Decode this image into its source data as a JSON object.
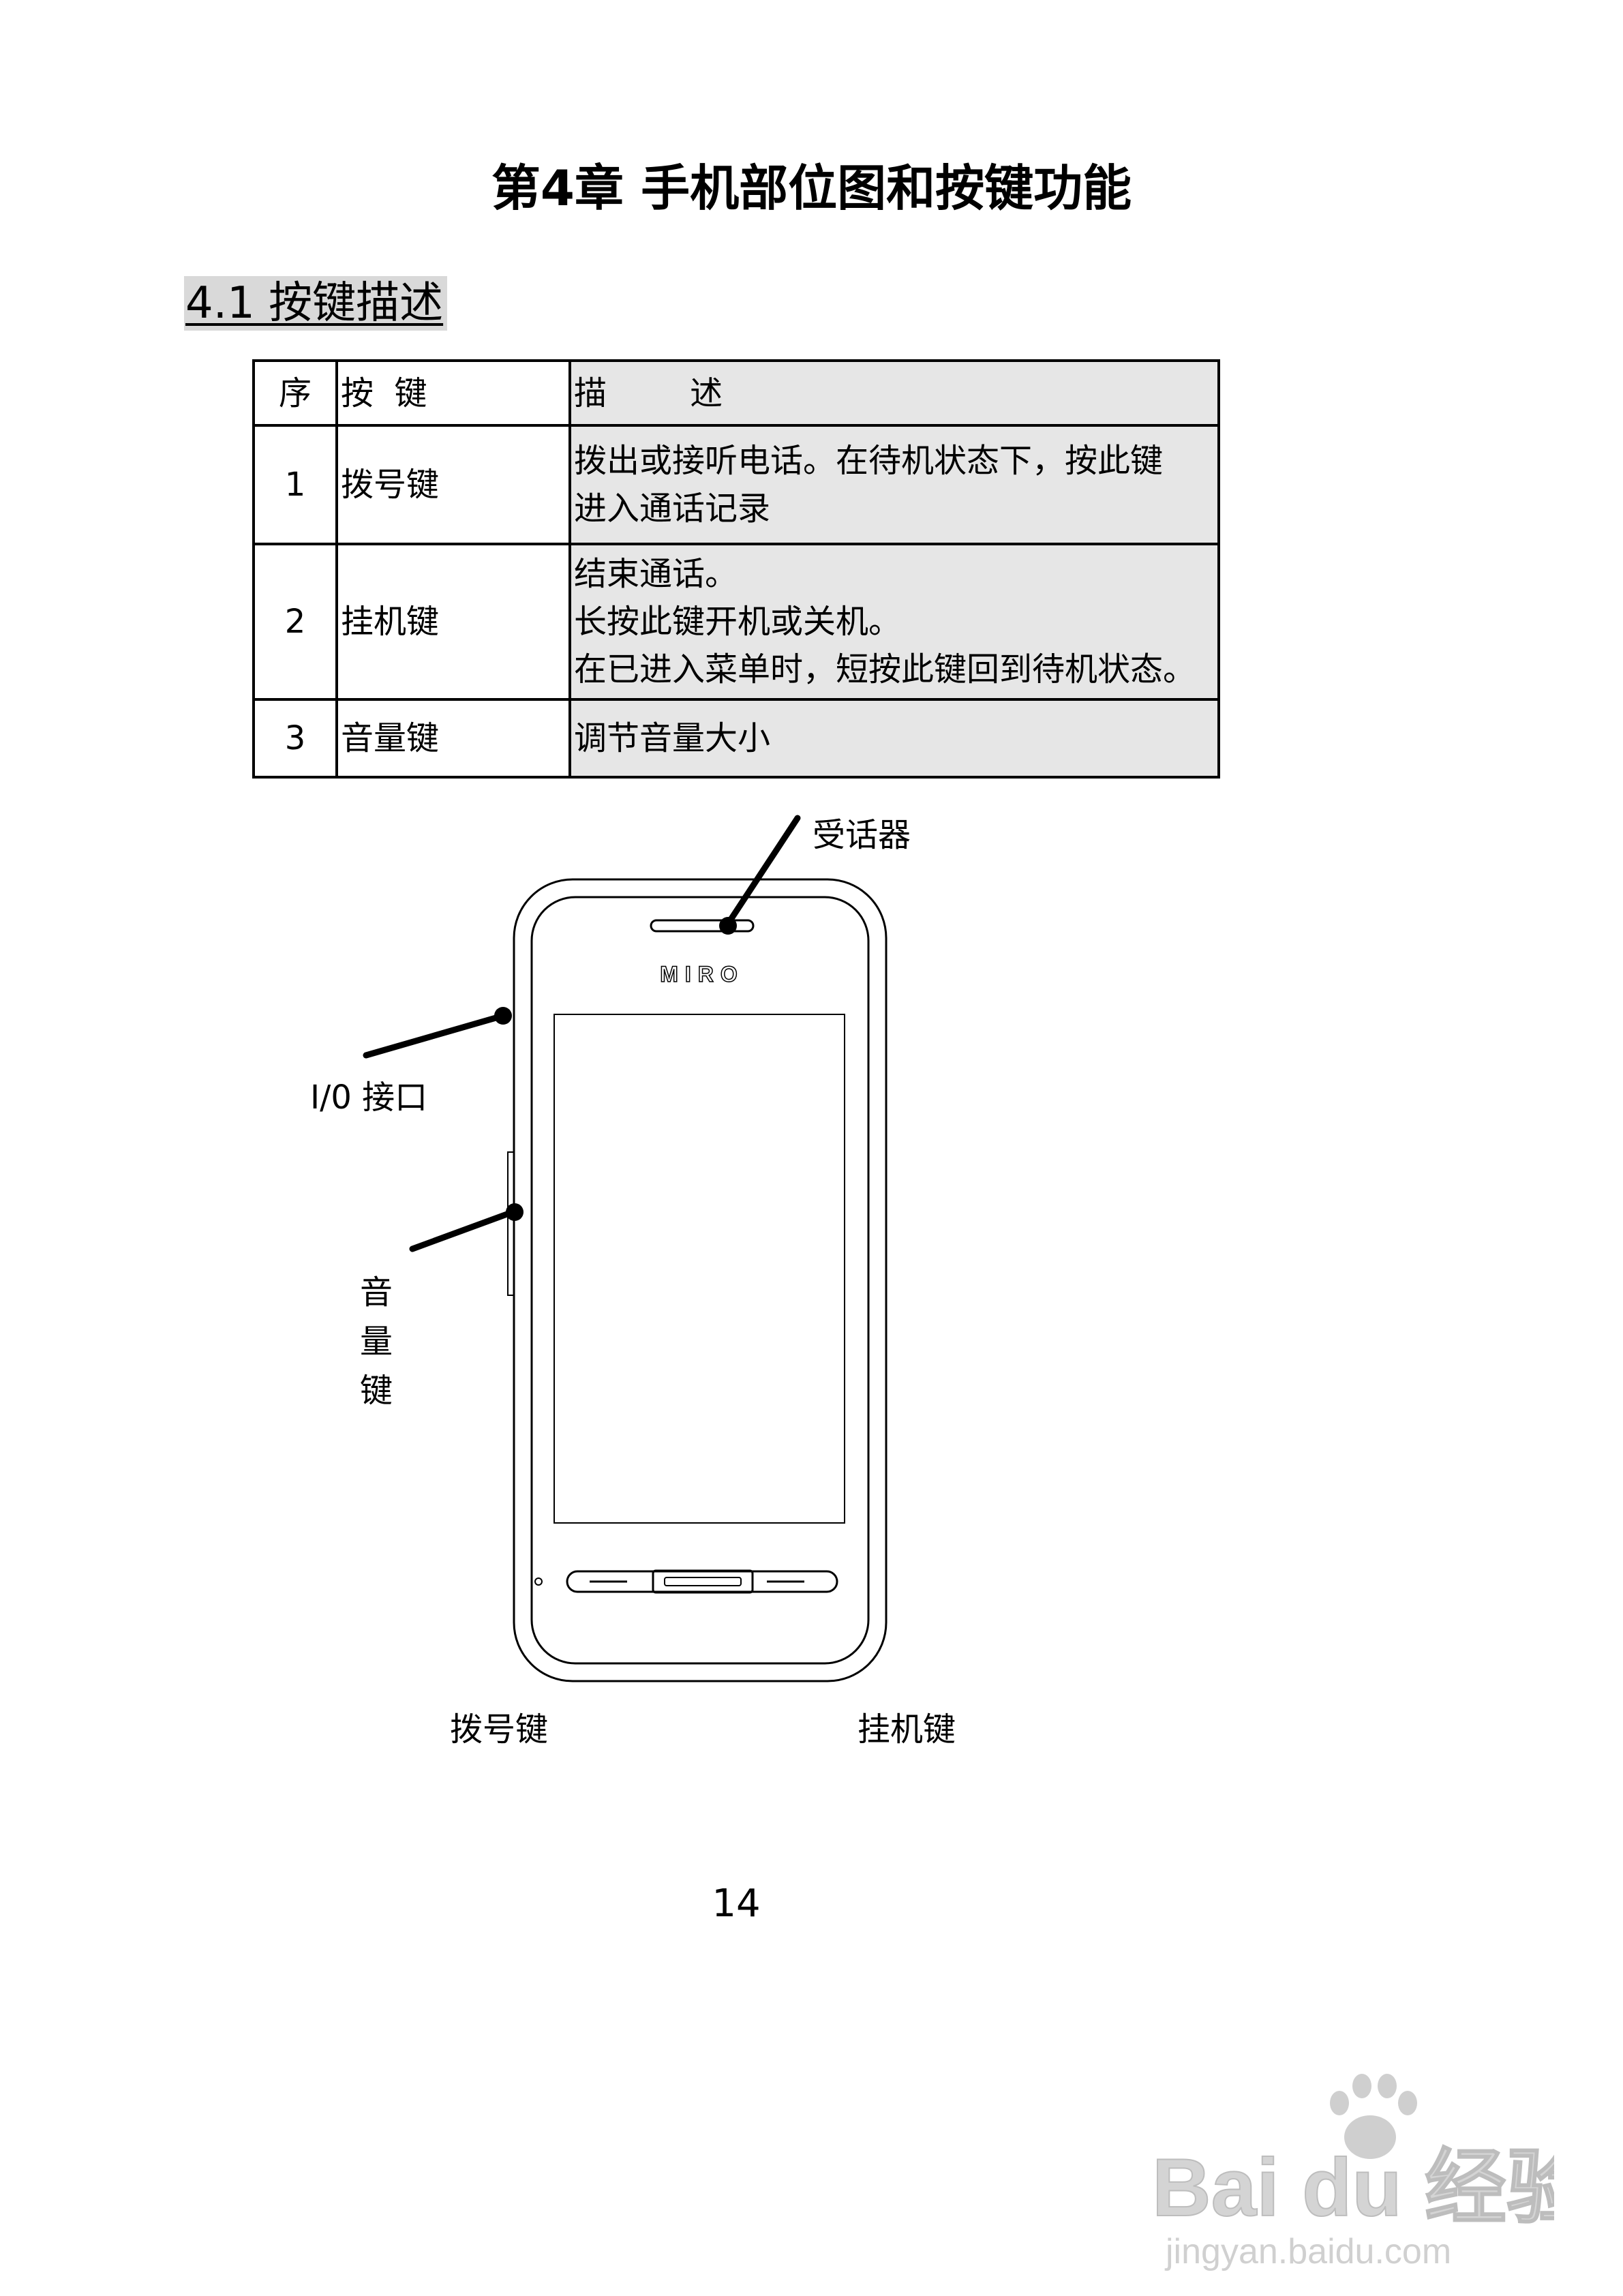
{
  "chapter_title": "第4章  手机部位图和按键功能",
  "section_heading": "4.1  按键描述",
  "table": {
    "headers": [
      "序",
      "按  键",
      "描        述"
    ],
    "rows": [
      {
        "num": "1",
        "key": "拨号键",
        "desc": [
          "拨出或接听电话。在待机状态下，按此键",
          "进入通话记录"
        ]
      },
      {
        "num": "2",
        "key": "挂机键",
        "desc": [
          "结束通话。",
          "长按此键开机或关机。",
          "在已进入菜单时，短按此键回到待机状态。"
        ]
      },
      {
        "num": "3",
        "key": "音量键",
        "desc": [
          "调节音量大小"
        ]
      }
    ]
  },
  "diagram": {
    "brand_logo": "MIRO",
    "labels": {
      "receiver": "受话器",
      "io_port": "I/0 接口",
      "volume_key": [
        "音",
        "量",
        "键"
      ],
      "dial_key": "拨号键",
      "end_key": "挂机键"
    }
  },
  "page_number": "14",
  "watermark": {
    "brand": "Bai du 经验",
    "url": "jingyan.baidu.com"
  },
  "colors": {
    "table_fill": "#e6e6e6",
    "heading_fill": "#d9d9d9",
    "watermark": "#c8c8c8"
  }
}
